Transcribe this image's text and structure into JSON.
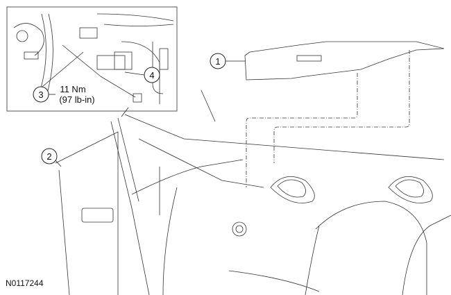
{
  "figure": {
    "id": "N0117244",
    "callouts": [
      {
        "num": "1",
        "label": "1"
      },
      {
        "num": "2",
        "label": "2"
      },
      {
        "num": "3",
        "label": "3"
      },
      {
        "num": "4",
        "label": "4"
      }
    ],
    "torque": {
      "metric": "11 Nm",
      "imperial": "(97 lb-in)"
    }
  }
}
